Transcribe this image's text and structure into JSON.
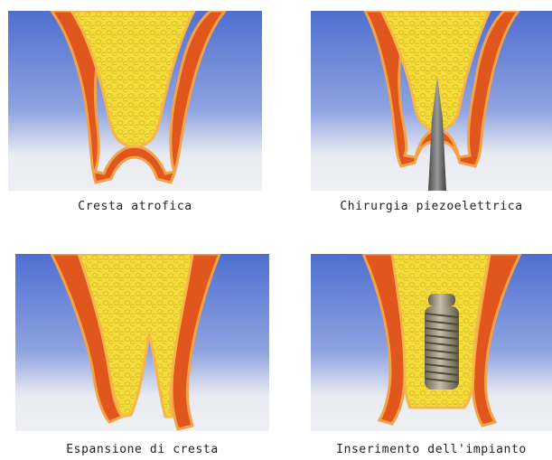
{
  "panels": [
    {
      "caption": "Cresta atrofica"
    },
    {
      "caption": "Chirurgia piezoelettrica"
    },
    {
      "caption": "Espansione di cresta"
    },
    {
      "caption": "Inserimento dell'impianto"
    }
  ],
  "colors": {
    "background_blue": "#4f6fd0",
    "background_light": "#e9ebf1",
    "cortical_bone": "#e0561c",
    "bone_edge": "#f2a24a",
    "cancellous_bone": "#f4dd3a",
    "instrument": "#6e6e6e",
    "implant": "#9a9078"
  }
}
